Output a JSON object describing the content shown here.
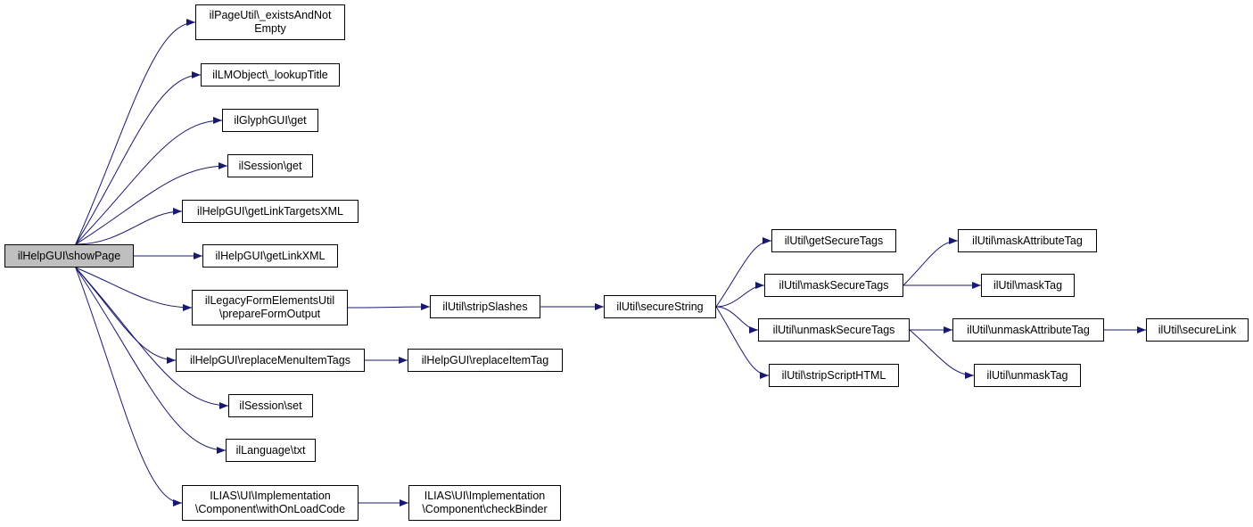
{
  "colors": {
    "edge": "#191970",
    "root_fill": "#bfbfbf",
    "node_fill": "#ffffff",
    "node_border": "#000000"
  },
  "nodes": {
    "show_page": {
      "lines": [
        "ilHelpGUI\\showPage"
      ]
    },
    "exists_and_not_empty": {
      "lines": [
        "ilPageUtil\\_existsAndNot",
        "Empty"
      ]
    },
    "lookup_title": {
      "lines": [
        "ilLMObject\\_lookupTitle"
      ]
    },
    "glyph_get": {
      "lines": [
        "ilGlyphGUI\\get"
      ]
    },
    "session_get": {
      "lines": [
        "ilSession\\get"
      ]
    },
    "get_link_targets_xml": {
      "lines": [
        "ilHelpGUI\\getLinkTargetsXML"
      ]
    },
    "get_link_xml": {
      "lines": [
        "ilHelpGUI\\getLinkXML"
      ]
    },
    "prepare_form_output": {
      "lines": [
        "ilLegacyFormElementsUtil",
        "\\prepareFormOutput"
      ]
    },
    "replace_menu_item_tags": {
      "lines": [
        "ilHelpGUI\\replaceMenuItemTags"
      ]
    },
    "session_set": {
      "lines": [
        "ilSession\\set"
      ]
    },
    "language_txt": {
      "lines": [
        "ilLanguage\\txt"
      ]
    },
    "with_on_load_code": {
      "lines": [
        "ILIAS\\UI\\Implementation",
        "\\Component\\withOnLoadCode"
      ]
    },
    "strip_slashes": {
      "lines": [
        "ilUtil\\stripSlashes"
      ]
    },
    "replace_item_tag": {
      "lines": [
        "ilHelpGUI\\replaceItemTag"
      ]
    },
    "check_binder": {
      "lines": [
        "ILIAS\\UI\\Implementation",
        "\\Component\\checkBinder"
      ]
    },
    "secure_string": {
      "lines": [
        "ilUtil\\secureString"
      ]
    },
    "get_secure_tags": {
      "lines": [
        "ilUtil\\getSecureTags"
      ]
    },
    "mask_secure_tags": {
      "lines": [
        "ilUtil\\maskSecureTags"
      ]
    },
    "unmask_secure_tags": {
      "lines": [
        "ilUtil\\unmaskSecureTags"
      ]
    },
    "strip_script_html": {
      "lines": [
        "ilUtil\\stripScriptHTML"
      ]
    },
    "mask_attribute_tag": {
      "lines": [
        "ilUtil\\maskAttributeTag"
      ]
    },
    "mask_tag": {
      "lines": [
        "ilUtil\\maskTag"
      ]
    },
    "unmask_attribute_tag": {
      "lines": [
        "ilUtil\\unmaskAttributeTag"
      ]
    },
    "unmask_tag": {
      "lines": [
        "ilUtil\\unmaskTag"
      ]
    },
    "secure_link": {
      "lines": [
        "ilUtil\\secureLink"
      ]
    }
  },
  "edges": [
    [
      "show_page",
      "exists_and_not_empty"
    ],
    [
      "show_page",
      "lookup_title"
    ],
    [
      "show_page",
      "glyph_get"
    ],
    [
      "show_page",
      "session_get"
    ],
    [
      "show_page",
      "get_link_targets_xml"
    ],
    [
      "show_page",
      "get_link_xml"
    ],
    [
      "show_page",
      "prepare_form_output"
    ],
    [
      "show_page",
      "replace_menu_item_tags"
    ],
    [
      "show_page",
      "session_set"
    ],
    [
      "show_page",
      "language_txt"
    ],
    [
      "show_page",
      "with_on_load_code"
    ],
    [
      "prepare_form_output",
      "strip_slashes"
    ],
    [
      "replace_menu_item_tags",
      "replace_item_tag"
    ],
    [
      "with_on_load_code",
      "check_binder"
    ],
    [
      "strip_slashes",
      "secure_string"
    ],
    [
      "secure_string",
      "get_secure_tags"
    ],
    [
      "secure_string",
      "mask_secure_tags"
    ],
    [
      "secure_string",
      "unmask_secure_tags"
    ],
    [
      "secure_string",
      "strip_script_html"
    ],
    [
      "mask_secure_tags",
      "mask_attribute_tag"
    ],
    [
      "mask_secure_tags",
      "mask_tag"
    ],
    [
      "unmask_secure_tags",
      "unmask_attribute_tag"
    ],
    [
      "unmask_secure_tags",
      "unmask_tag"
    ],
    [
      "unmask_attribute_tag",
      "secure_link"
    ]
  ]
}
